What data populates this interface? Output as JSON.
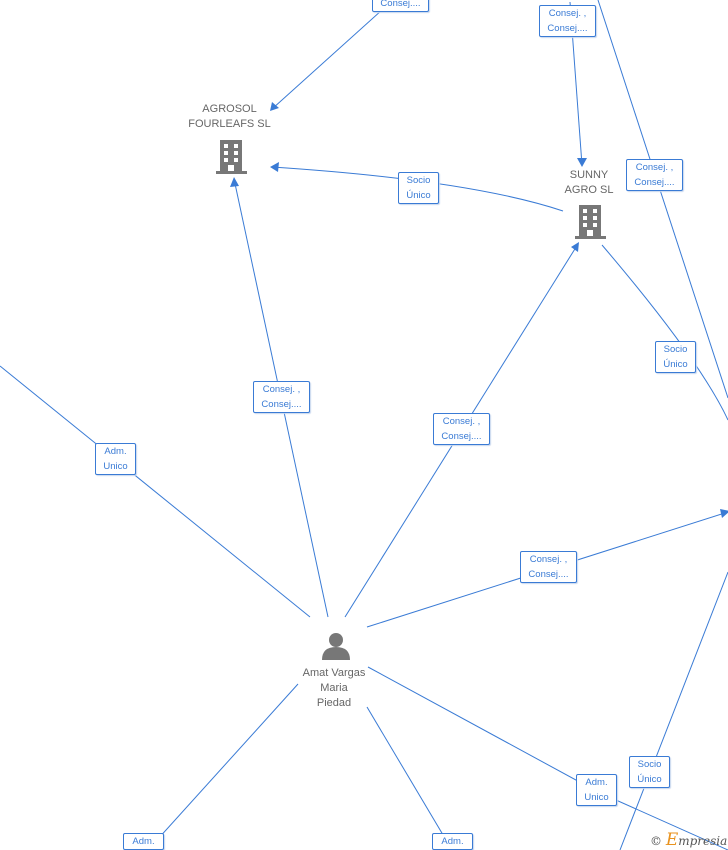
{
  "nodes": {
    "agrosol": {
      "line1": "AGROSOL",
      "line2": "FOURLEAFS  SL"
    },
    "sunny": {
      "line1": "SUNNY",
      "line2": "AGRO  SL"
    },
    "person": {
      "line1": "Amat Vargas",
      "line2": "Maria",
      "line3": "Piedad"
    }
  },
  "edge_labels": {
    "top_left": {
      "l1": "Consej...."
    },
    "top_right": {
      "l1": "Consej. ,",
      "l2": "Consej...."
    },
    "socio_agrosol": {
      "l1": "Socio",
      "l2": "Único"
    },
    "right_consej": {
      "l1": "Consej. ,",
      "l2": "Consej...."
    },
    "right_socio": {
      "l1": "Socio",
      "l2": "Único"
    },
    "left_adm": {
      "l1": "Adm.",
      "l2": "Unico"
    },
    "person_agrosol": {
      "l1": "Consej. ,",
      "l2": "Consej...."
    },
    "person_sunny": {
      "l1": "Consej. ,",
      "l2": "Consej...."
    },
    "person_right": {
      "l1": "Consej. ,",
      "l2": "Consej...."
    },
    "bottom_socio": {
      "l1": "Socio",
      "l2": "Único"
    },
    "bottom_right_adm": {
      "l1": "Adm.",
      "l2": "Unico"
    },
    "bottom_left_adm": {
      "l1": "Adm."
    },
    "bottom_mid_adm": {
      "l1": "Adm."
    }
  },
  "footer": {
    "copyright_symbol": "©",
    "brand_initial": "E",
    "brand_rest": "mpresia"
  },
  "colors": {
    "edge": "#3a7bd5",
    "icon": "#777777",
    "brand": "#e8921e"
  },
  "icons": {
    "company": "building-icon",
    "person": "person-icon"
  }
}
